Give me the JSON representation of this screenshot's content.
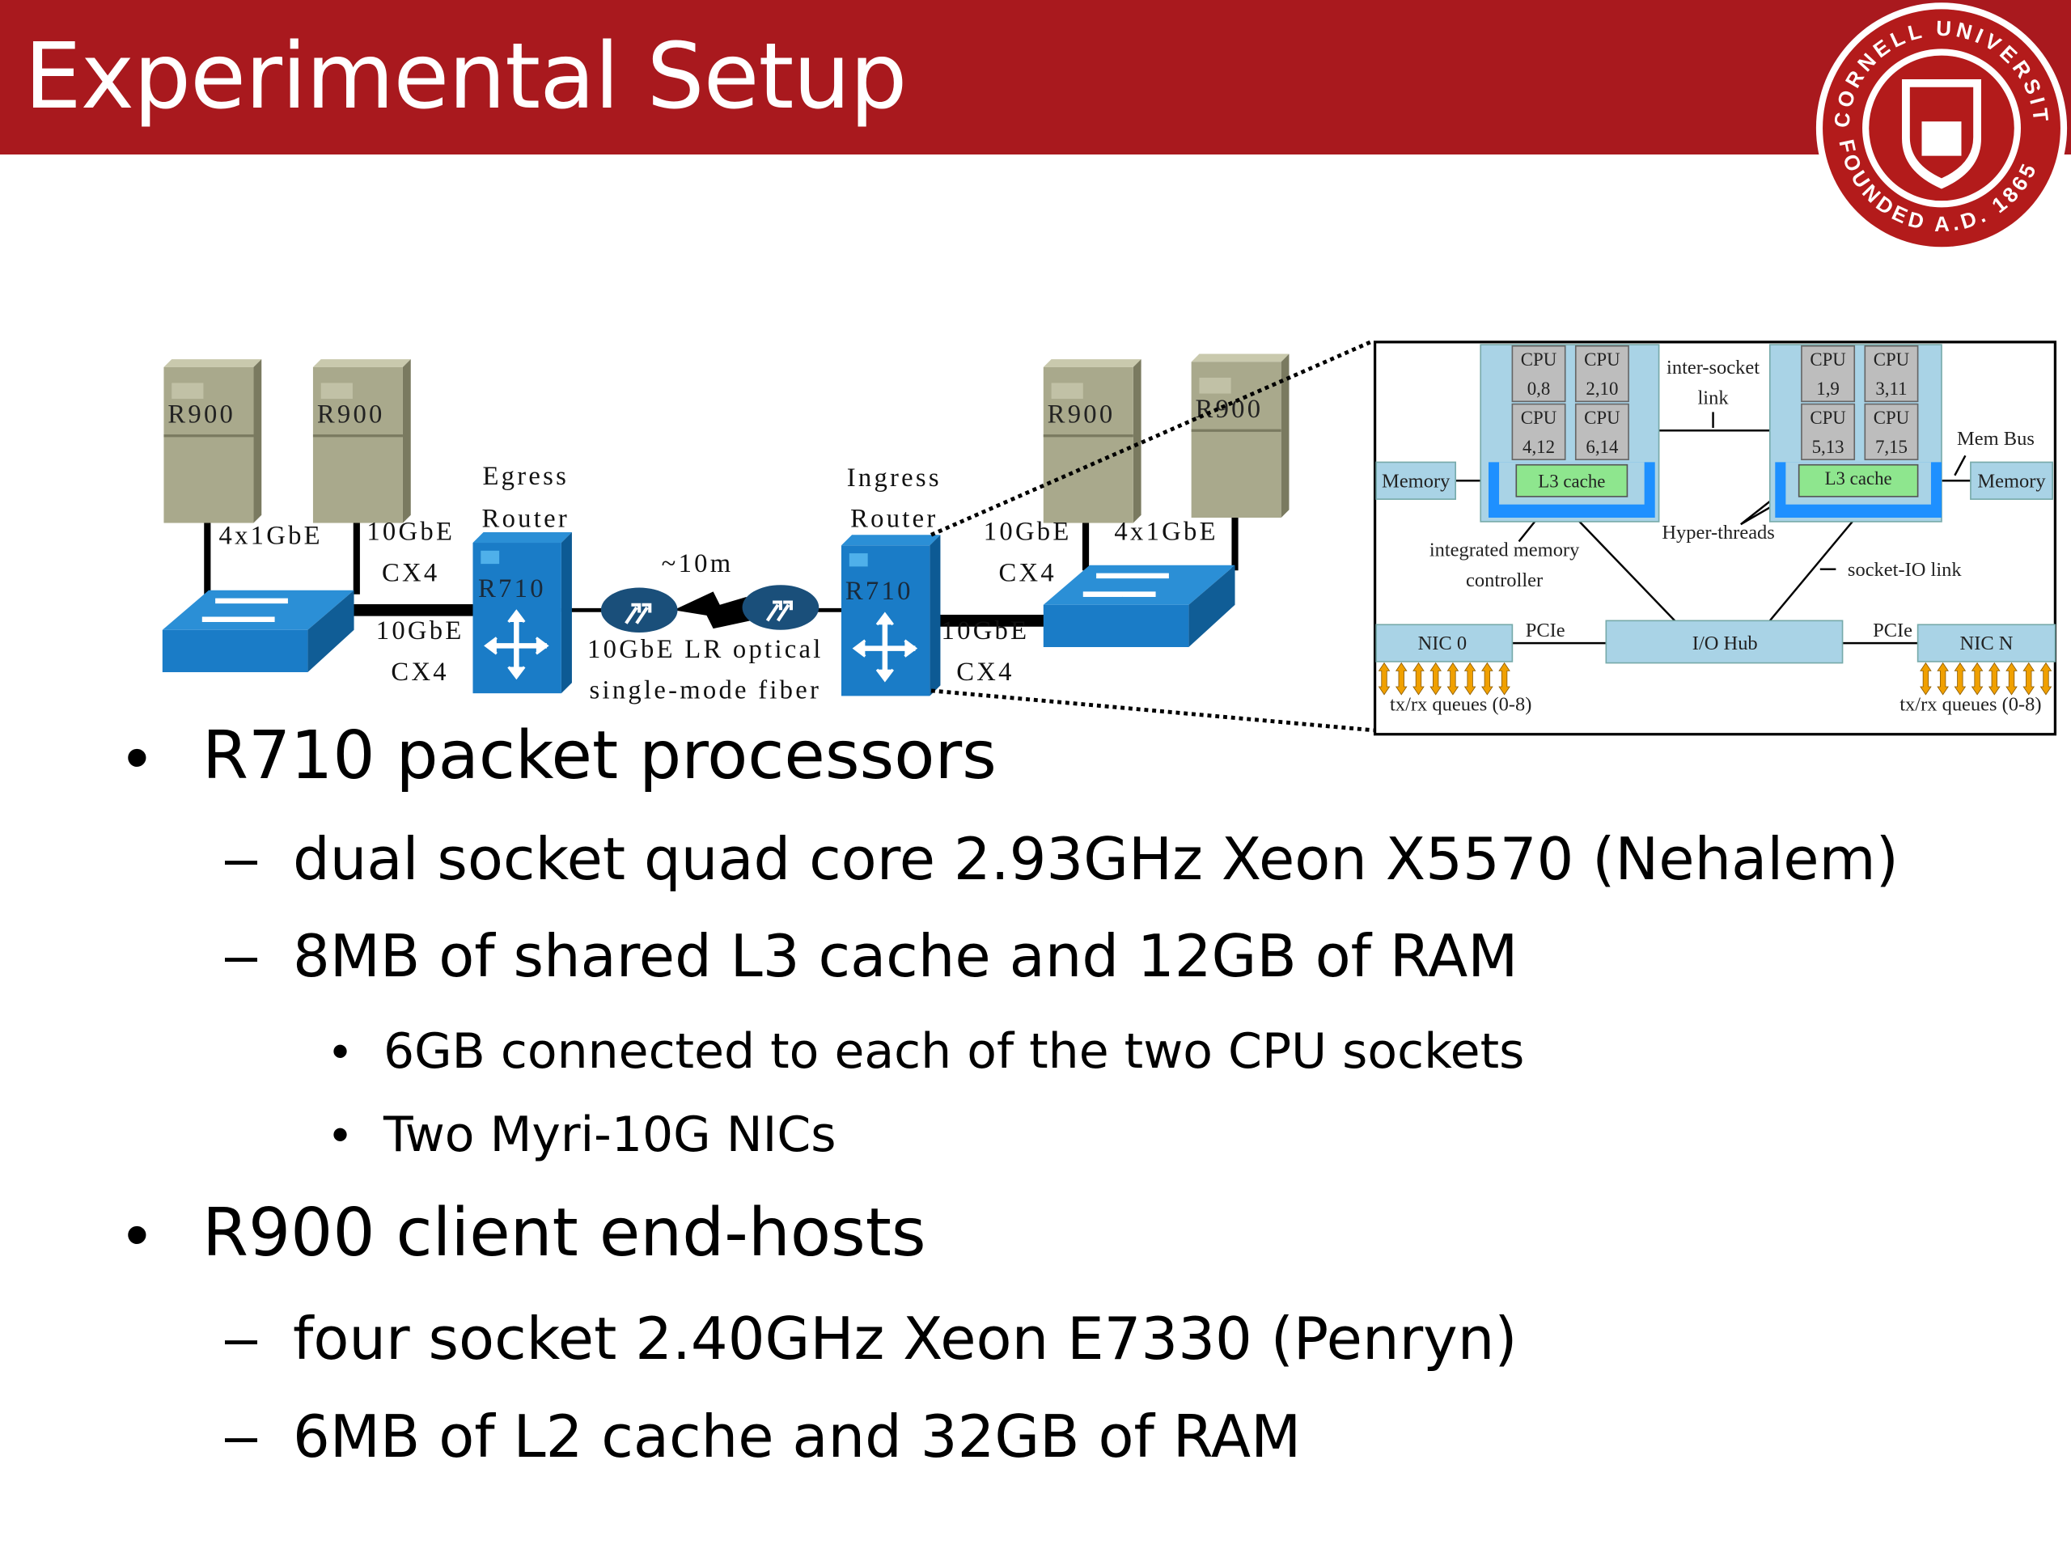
{
  "header": {
    "title": "Experimental Setup",
    "color": "#a9191e"
  },
  "logo": {
    "text_top": "CORNELL UNIVERSITY",
    "text_bottom": "FOUNDED A.D. 1865"
  },
  "network": {
    "servers": [
      "R900",
      "R900",
      "R900",
      "R900"
    ],
    "left_link_labels": {
      "a": "4x1GbE",
      "b1": "10GbE",
      "b2": "CX4",
      "c1": "10GbE",
      "c2": "CX4"
    },
    "egress": {
      "l1": "Egress",
      "l2": "Router",
      "box": "R710"
    },
    "ingress": {
      "l1": "Ingress",
      "l2": "Router",
      "box": "R710"
    },
    "fiber": {
      "distance": "~10m",
      "l1": "10GbE LR optical",
      "l2": "single-mode fiber"
    },
    "right_link_labels": {
      "a1": "10GbE",
      "a2": "CX4",
      "b": "4x1GbE",
      "c1": "10GbE",
      "c2": "CX4"
    }
  },
  "arch": {
    "cpu_label": "CPU",
    "left_cpus": [
      "0,8",
      "2,10",
      "4,12",
      "6,14"
    ],
    "right_cpus": [
      "1,9",
      "3,11",
      "5,13",
      "7,15"
    ],
    "l3": "L3 cache",
    "memory": "Memory",
    "inter_socket": [
      "inter-socket",
      "link"
    ],
    "mem_bus": "Mem Bus",
    "imc": [
      "integrated memory",
      "controller"
    ],
    "hyper_threads": "Hyper-threads",
    "socket_io": "socket-IO link",
    "nic0": "NIC 0",
    "nicn": "NIC N",
    "pcie": "PCIe",
    "io_hub": "I/O Hub",
    "queues": "tx/rx queues (0-8)"
  },
  "bullets": [
    {
      "text": "R710 packet processors",
      "children": [
        {
          "text": "dual socket quad core 2.93GHz Xeon X5570 (Nehalem)"
        },
        {
          "text": "8MB of shared L3 cache and 12GB of RAM",
          "children": [
            {
              "text": "6GB connected to each of the two CPU sockets"
            },
            {
              "text": "Two Myri-10G NICs"
            }
          ]
        }
      ]
    },
    {
      "text": "R900 client end-hosts",
      "children": [
        {
          "text": "four socket 2.40GHz Xeon E7330 (Penryn)"
        },
        {
          "text": "6MB of L2 cache and 32GB of RAM"
        }
      ]
    }
  ],
  "markers": {
    "bullet": "•",
    "dash": "–"
  }
}
